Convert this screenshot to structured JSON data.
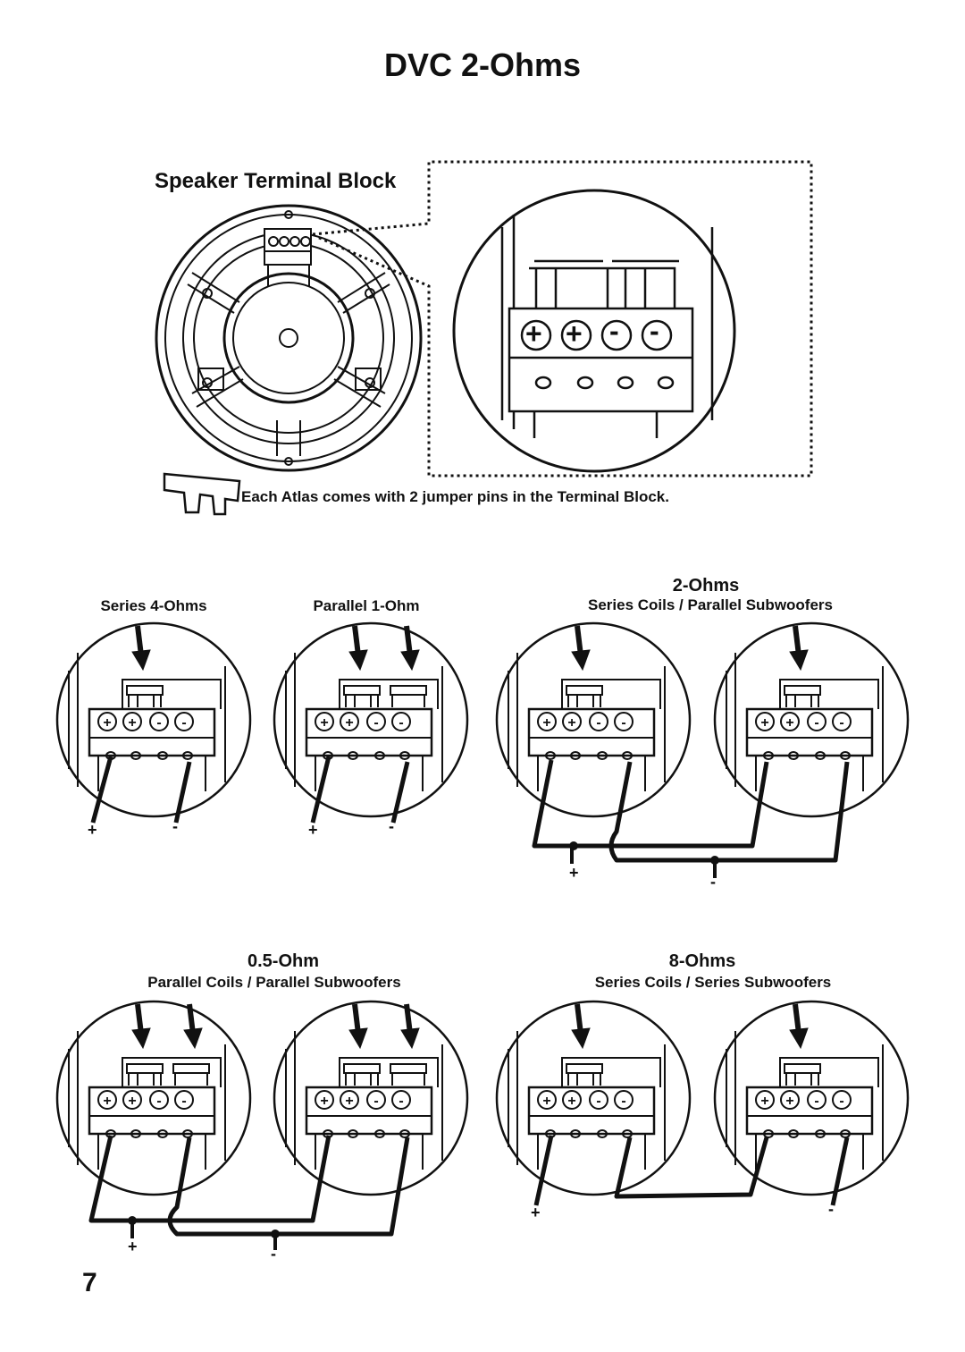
{
  "page": {
    "title": "DVC 2-Ohms",
    "page_number": "7"
  },
  "terminal_block": {
    "heading": "Speaker Terminal Block",
    "note": "Each Atlas comes with 2 jumper pins in the Terminal Block.",
    "symbols": [
      "+",
      "+",
      "-",
      "-"
    ]
  },
  "diagrams": [
    {
      "ohms": "",
      "label": "Series 4-Ohms",
      "plus": "+",
      "minus": "-"
    },
    {
      "ohms": "",
      "label": "Parallel 1-Ohm",
      "plus": "+",
      "minus": "-"
    },
    {
      "ohms": "2-Ohms",
      "label": "Series Coils / Parallel Subwoofers",
      "plus": "+",
      "minus": "-"
    },
    {
      "ohms": "0.5-Ohm",
      "label": "Parallel Coils / Parallel Subwoofers",
      "plus": "+",
      "minus": "-"
    },
    {
      "ohms": "8-Ohms",
      "label": "Series Coils / Series Subwoofers",
      "plus": "+",
      "minus": "-"
    }
  ]
}
